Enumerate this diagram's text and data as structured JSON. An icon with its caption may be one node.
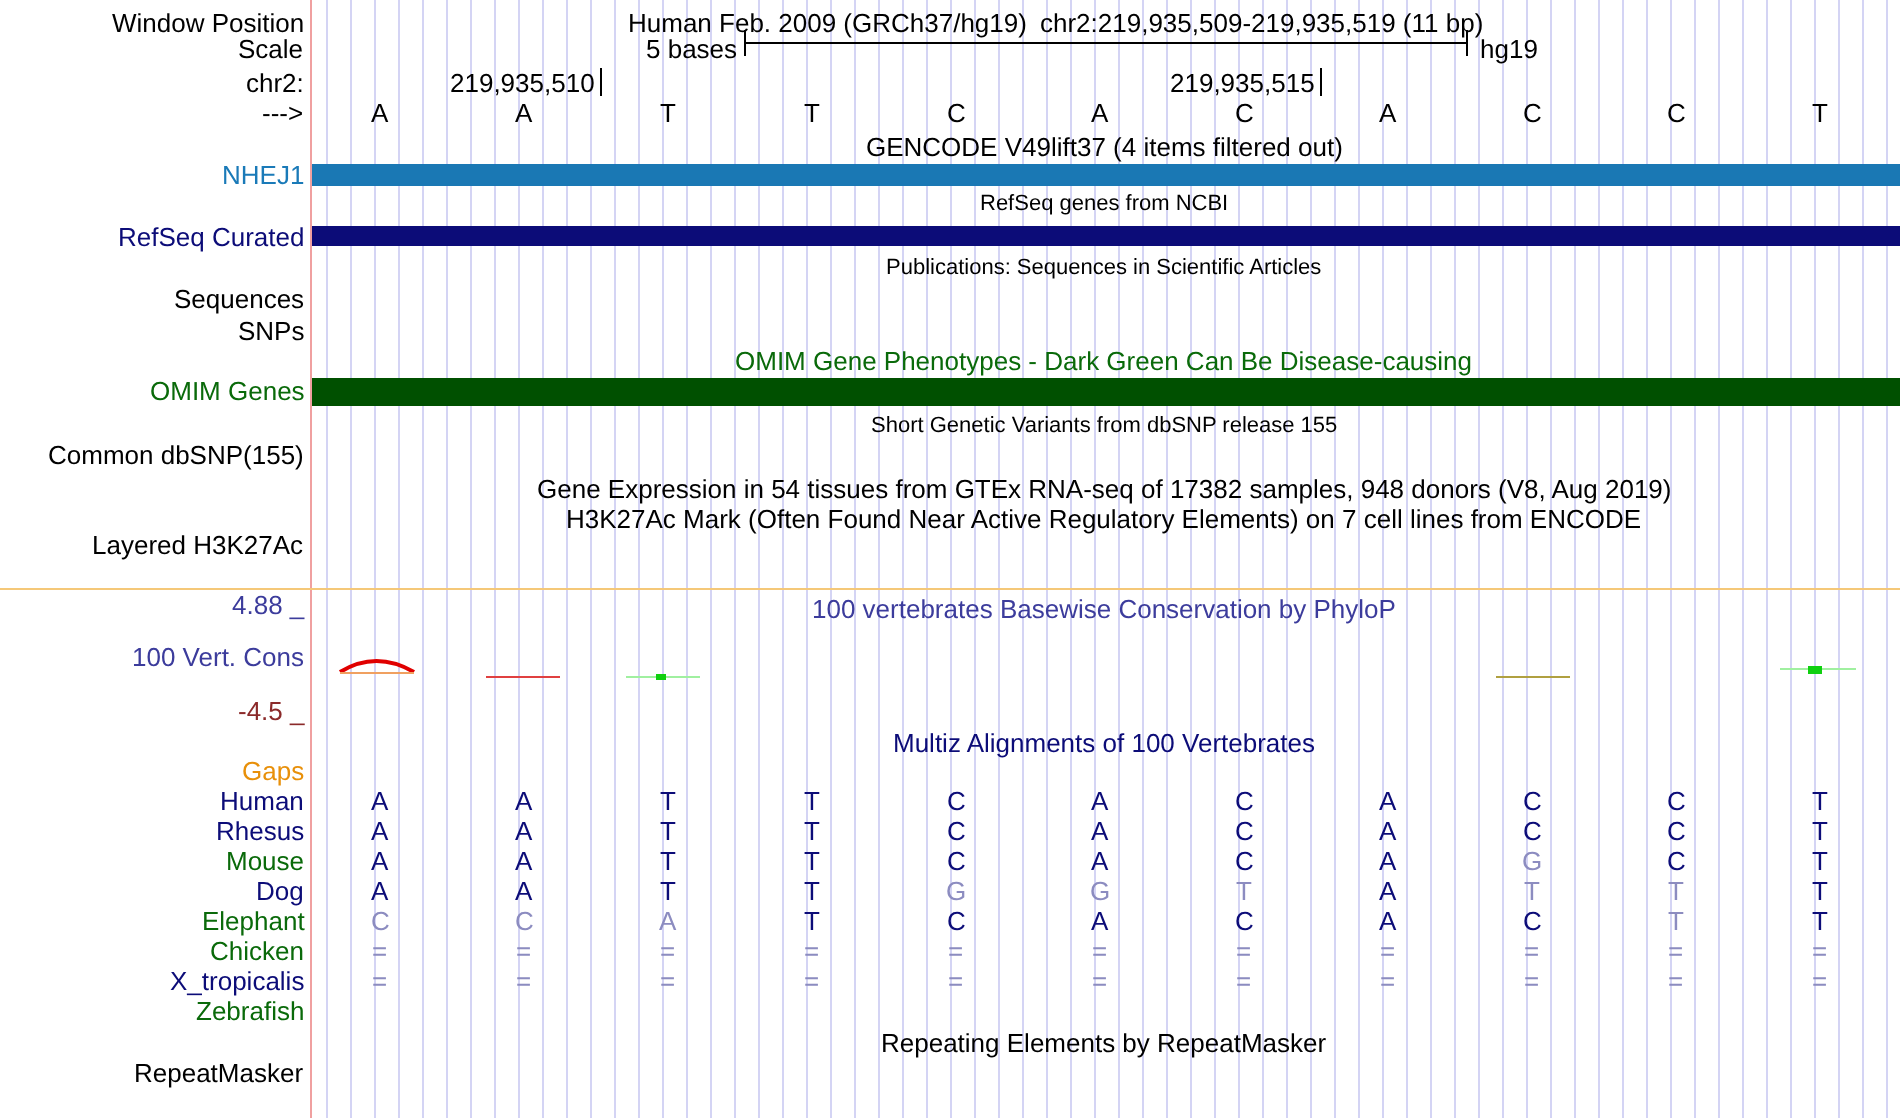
{
  "diagram": {
    "nodes": [
      {
        "text": [],
        "shape": "bar"
      },
      {
        "text": [],
        "shape": "bar"
      },
      {
        "text": [],
        "shape": "bar"
      }
    ],
    "labels": [
      "Window Position",
      "Human Feb. 2009 (GRCh37/hg19)",
      "chr2:219,935,509-219,935,519 (11 bp)",
      "Scale",
      "5 bases",
      "hg19",
      "chr2:",
      "219,935,510",
      "219,935,515",
      "--->",
      "A",
      "A",
      "T",
      "T",
      "C",
      "A",
      "C",
      "A",
      "C",
      "C",
      "T",
      "GENCODE V49lift37 (4 items filtered out)",
      "NHEJ1",
      "RefSeq genes from NCBI",
      "RefSeq Curated",
      "Publications: Sequences in Scientific Articles",
      "Sequences",
      "SNPs",
      "OMIM Gene Phenotypes - Dark Green Can Be Disease-causing",
      "OMIM Genes",
      "Short Genetic Variants from dbSNP release 155",
      "Common dbSNP(155)",
      "Gene Expression in 54 tissues from GTEx RNA-seq of 17382 samples, 948 donors (V8, Aug 2019)",
      "H3K27Ac Mark (Often Found Near Active Regulatory Elements) on 7 cell lines from ENCODE",
      "Layered H3K27Ac",
      "4.88 _",
      "100 vertebrates Basewise Conservation by PhyloP",
      "100 Vert. Cons",
      "-4.5 _",
      "Multiz Alignments of 100 Vertebrates",
      "Gaps",
      "Human",
      "A",
      "A",
      "T",
      "T",
      "C",
      "A",
      "C",
      "A",
      "C",
      "C",
      "T",
      "Rhesus",
      "A",
      "A",
      "T",
      "T",
      "C",
      "A",
      "C",
      "A",
      "C",
      "C",
      "T",
      "Mouse",
      "A",
      "A",
      "T",
      "T",
      "C",
      "A",
      "C",
      "A",
      "G",
      "C",
      "T",
      "Dog",
      "A",
      "A",
      "T",
      "T",
      "G",
      "G",
      "T",
      "A",
      "T",
      "T",
      "T",
      "Elephant",
      "C",
      "C",
      "A",
      "T",
      "C",
      "A",
      "C",
      "A",
      "C",
      "T",
      "T",
      "Chicken",
      "=",
      "=",
      "=",
      "=",
      "=",
      "=",
      "=",
      "=",
      "=",
      "=",
      "=",
      "X_tropicalis",
      "=",
      "=",
      "=",
      "=",
      "=",
      "=",
      "=",
      "=",
      "=",
      "=",
      "=",
      "Zebrafish",
      "Repeating Elements by RepeatMasker",
      "RepeatMasker"
    ]
  }
}
